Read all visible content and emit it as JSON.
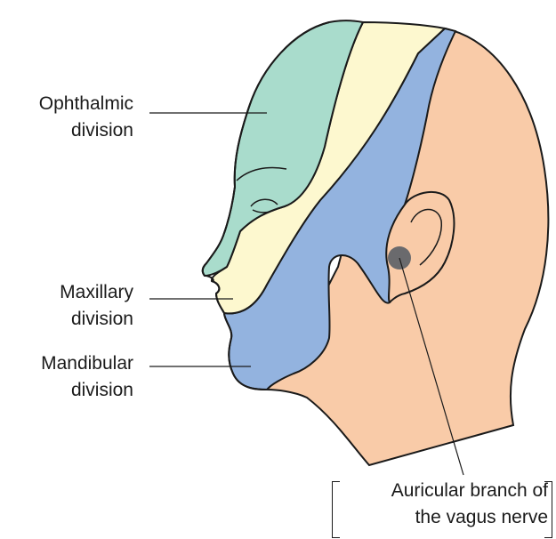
{
  "labels": {
    "ophthalmic": {
      "line1": "Ophthalmic",
      "line2": "division"
    },
    "maxillary": {
      "line1": "Maxillary",
      "line2": "division"
    },
    "mandibular": {
      "line1": "Mandibular",
      "line2": "division"
    },
    "auricular": {
      "line1": "Auricular branch of",
      "line2": "the vagus nerve"
    }
  },
  "colors": {
    "ophthalmic_region": "#a9dccc",
    "maxillary_region": "#fdf8cf",
    "mandibular_region": "#93b3df",
    "posterior_region": "#f9cba8",
    "auricular_spot": "#5a5f66",
    "outline": "#1a1a1a"
  }
}
